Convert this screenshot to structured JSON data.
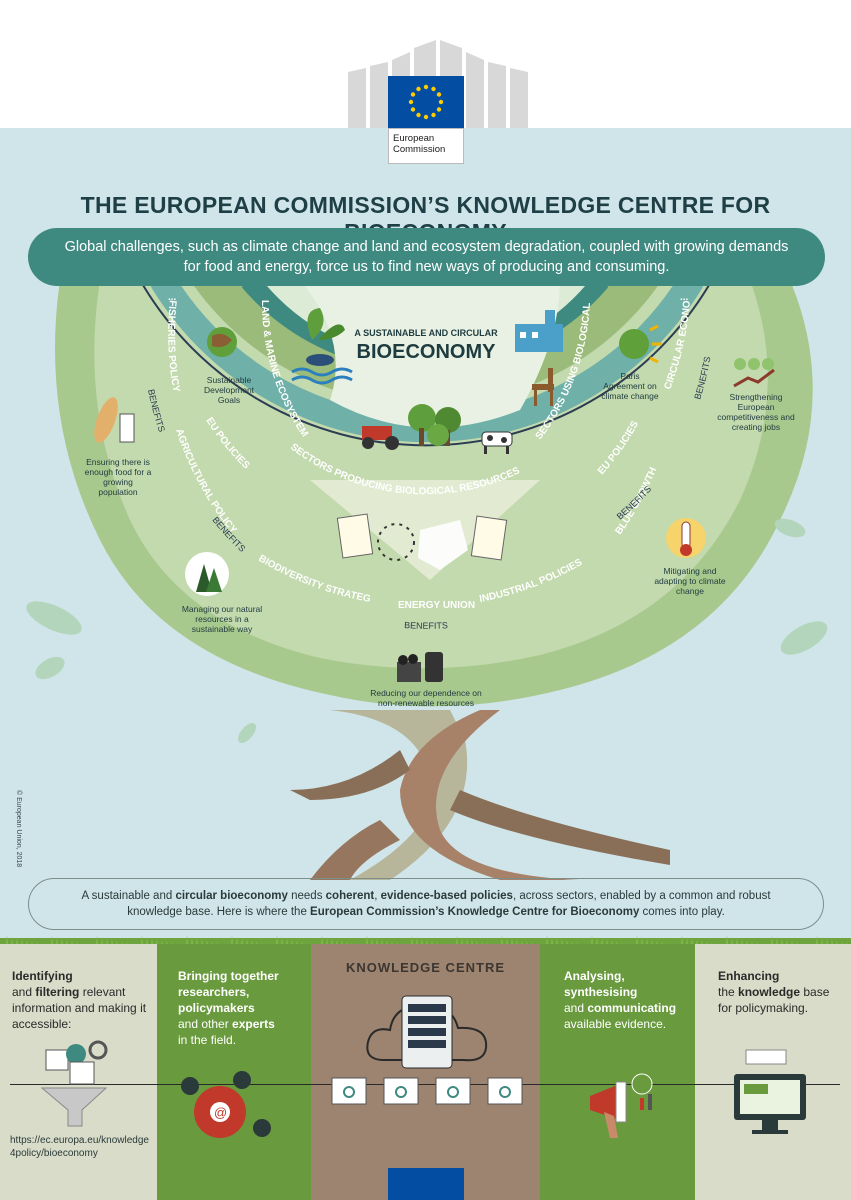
{
  "logo": {
    "line1": "European",
    "line2": "Commission"
  },
  "title": "THE EUROPEAN COMMISSION’S KNOWLEDGE CENTRE FOR BIOECONOMY",
  "banner": "Global challenges, such as climate change and land and ecosystem degradation, coupled with growing demands for food and energy, force us to find new ways of producing and consuming.",
  "center": {
    "small": "A SUSTAINABLE AND CIRCULAR",
    "big": "BIOECONOMY"
  },
  "rings": {
    "land_marine": "LAND & MARINE ECOSYSTEMS",
    "sectors_producing": "SECTORS PRODUCING BIOLOGICAL RESOURCES",
    "sectors_using": "SECTORS USING BIOLOGICAL RESOURCES",
    "eu_policies_left": "EU POLICIES",
    "eu_policies_right": "EU POLICIES",
    "fisheries": "FISHERIES POLICY",
    "agricultural": "AGRICULTURAL POLICY",
    "biodiversity": "BIODIVERSITY STRATEGY",
    "energy_union": "ENERGY UNION",
    "industrial": "INDUSTRIAL POLICIES",
    "blue_growth": "BLUE GROWTH",
    "circular_economy": "CIRCULAR ECONOMY",
    "benefits": "BENEFITS",
    "ellipsis": "..."
  },
  "labels": {
    "sdg": "Sustainable Development Goals",
    "paris": "Paris Agreement on climate change",
    "food": "Ensuring there is enough food for a growing population",
    "competitiveness": "Strengthening European competitiveness and creating jobs",
    "natural": "Managing our natural resources in a sustainable way",
    "climate": "Mitigating and adapting to climate change",
    "nonrenewable": "Reducing our dependence on non-renewable resources"
  },
  "copyright": "© European Union, 2018",
  "note": {
    "p1": "A sustainable and ",
    "b1": "circular bioeconomy",
    "p2": " needs ",
    "b2": "coherent",
    "p3": ", ",
    "b3": "evidence-based policies",
    "p4": ", across sectors, enabled by a common and robust knowledge base. Here is where the ",
    "b4": "European Commission’s Knowledge Centre for Bioeconomy",
    "p5": " comes into play."
  },
  "columns": {
    "c1": {
      "b1": "Identifying",
      "t1": "and ",
      "b2": "filtering",
      "t2": " relevant information and making it accessible:"
    },
    "c2": {
      "b1": "Bringing together researchers, policymakers",
      "t1": "and other ",
      "b2": "experts",
      "t2": "in the field."
    },
    "c3": {
      "title": "KNOWLEDGE CENTRE"
    },
    "c4": {
      "b1": "Analysing, synthesising",
      "t1": "and ",
      "b2": "communicating",
      "t2": "available evidence."
    },
    "c5": {
      "b1": "Enhancing",
      "t1": "the ",
      "b2": "knowledge",
      "t2": " base for policymaking."
    }
  },
  "url": "https://ec.europa.eu/knowledge4policy/bioeconomy",
  "colors": {
    "sky": "#cfe5ea",
    "teal": "#3f8a80",
    "green": "#6e9a45",
    "brown": "#9c8470",
    "eu_blue": "#034ea2",
    "eu_yellow": "#ffcc00"
  }
}
